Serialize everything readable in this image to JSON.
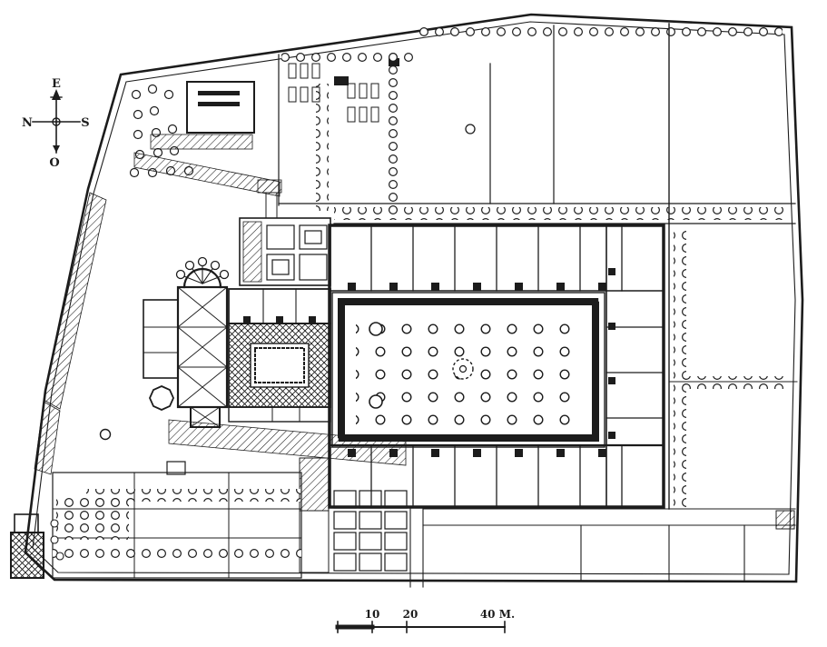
{
  "compass": {
    "top": "E",
    "left": "N",
    "right": "S",
    "bottom": "O"
  },
  "scale_bar": {
    "tick_10": "10",
    "tick_20": "20",
    "tick_40": "40 M."
  },
  "colors": {
    "ink": "#1c1c1c",
    "paper": "#ffffff"
  }
}
